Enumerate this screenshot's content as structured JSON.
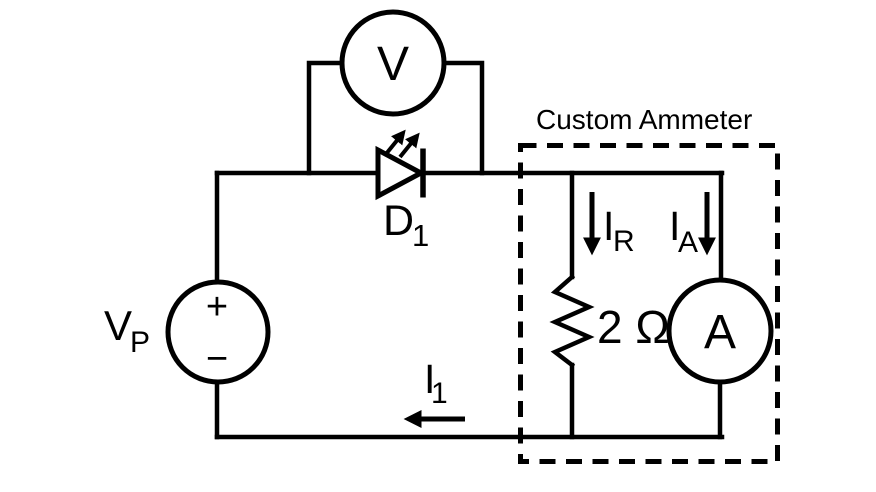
{
  "colors": {
    "line": "#000000",
    "background": "#ffffff"
  },
  "circuit": {
    "box_title": "Custom Ammeter",
    "voltmeter": {
      "label": "V"
    },
    "ammeter": {
      "label": "A"
    },
    "source": {
      "label_main": "V",
      "label_sub": "P",
      "plus": "+",
      "minus": "−"
    },
    "diode": {
      "label_main": "D",
      "label_sub": "1"
    },
    "resistor": {
      "value": "2 Ω"
    },
    "currents": {
      "ir": {
        "main": "I",
        "sub": "R"
      },
      "ia": {
        "main": "I",
        "sub": "A"
      },
      "i1": {
        "main": "I",
        "sub": "1"
      }
    }
  }
}
